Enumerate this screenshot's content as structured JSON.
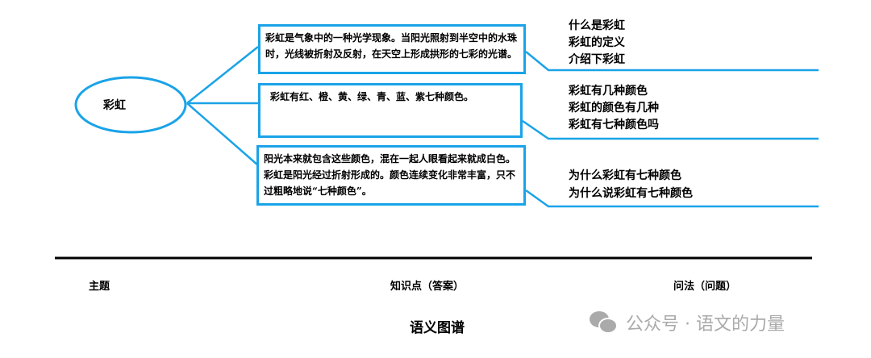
{
  "topic": "彩虹",
  "answers": [
    "彩虹是气象中的一种光学现象。当阳光照射到半空中的水珠时，光线被折射及反射，在天空上形成拱形的七彩的光谱。",
    "彩虹有红、橙、黄、绿、青、蓝、紫七种颜色。",
    "阳光本来就包含这些颜色，混在一起人眼看起来就成白色。彩虹是阳光经过折射形成的。颜色连续变化非常丰富，只不过粗略地说“七种颜色”。"
  ],
  "questions": [
    [
      "什么是彩虹",
      "彩虹的定义",
      "介绍下彩虹"
    ],
    [
      "彩虹有几种颜色",
      "彩虹的颜色有几种",
      "彩虹有七种颜色吗"
    ],
    [
      "为什么彩虹有七种颜色",
      "为什么说彩虹有七种颜色"
    ]
  ],
  "legend": {
    "topic": "主题",
    "knowledge": "知识点（答案）",
    "question": "问法（问题）"
  },
  "title": "语义图谱",
  "watermark": "公众号 · 语文的力量",
  "colors": {
    "accent": "#1aa3e8"
  }
}
